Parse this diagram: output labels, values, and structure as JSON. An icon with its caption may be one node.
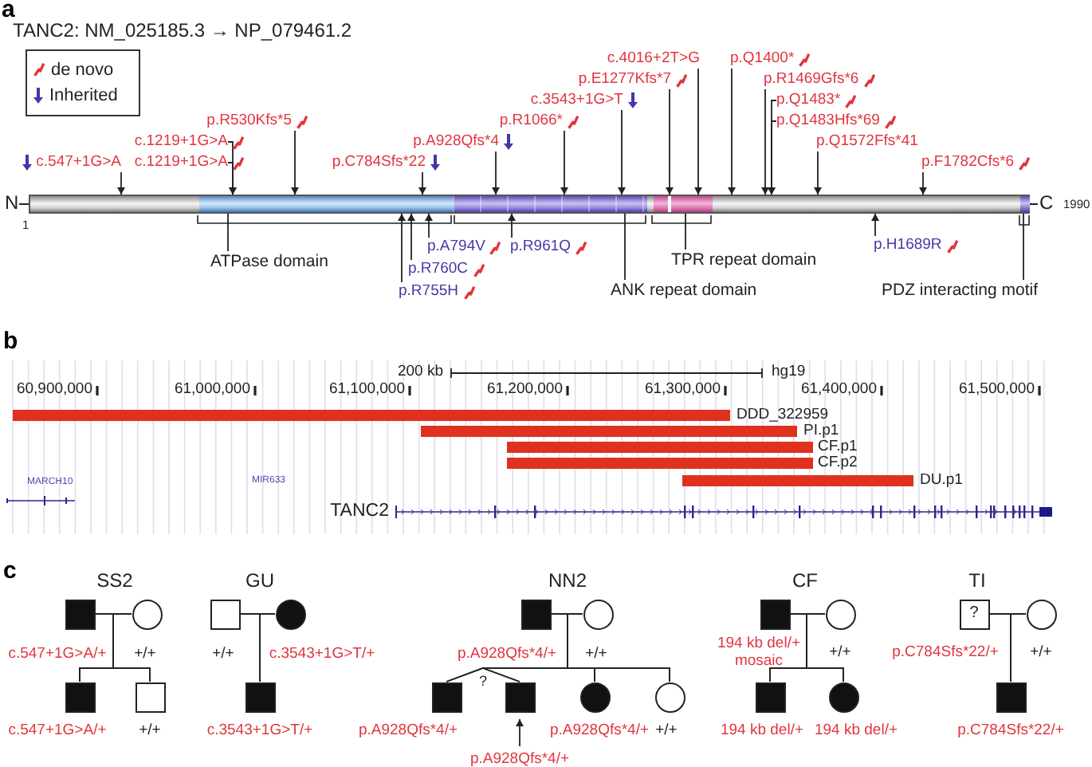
{
  "diagram": {
    "title": "TANC2: NM_025185.3 → NP_079461.2",
    "nodes": [
      {
        "text": [],
        "shape": "bar"
      },
      {
        "text": [],
        "shape": "bar",
        "in": 0
      },
      {
        "text": [],
        "shape": "bar",
        "in": 0
      },
      {
        "text": [],
        "shape": "bar",
        "in": 0
      },
      {
        "text": [],
        "shape": "bar",
        "in": 0
      },
      {
        "text": [
          "c.4016+2T>G"
        ]
      },
      {
        "text": [
          "p.Q1400*"
        ]
      },
      {
        "text": [
          "p.E1277Kfs*7"
        ]
      },
      {
        "text": [
          "p.R1469Gfs*6"
        ]
      },
      {
        "text": [
          "c.3543+1G>T"
        ]
      },
      {
        "text": [
          "p.Q1483*"
        ]
      },
      {
        "text": [
          "p.R530Kfs*5"
        ]
      },
      {
        "text": [
          "p.R1066*"
        ]
      },
      {
        "text": [
          "p.Q1483Hfs*69"
        ]
      },
      {
        "text": [
          "c.1219+1G>A"
        ]
      },
      {
        "text": [
          "p.A928Qfs*4"
        ]
      },
      {
        "text": [
          "p.Q1572Ffs*41"
        ]
      },
      {
        "text": [
          "c.547+1G>A"
        ]
      },
      {
        "text": [
          "c.1219+1G>A"
        ]
      },
      {
        "text": [
          "p.C784Sfs*22"
        ]
      },
      {
        "text": [
          "p.F1782Cfs*6"
        ]
      },
      {
        "text": [
          "p.A794V"
        ]
      },
      {
        "text": [
          "p.R961Q"
        ]
      },
      {
        "text": [
          "p.H1689R"
        ]
      },
      {
        "text": [
          "ATPase domain"
        ]
      },
      {
        "text": [
          "TPR repeat domain"
        ]
      },
      {
        "text": [
          "p.R760C"
        ]
      },
      {
        "text": [
          "p.R755H"
        ]
      },
      {
        "text": [
          "ANK repeat domain"
        ]
      },
      {
        "text": [
          "PDZ interacting motif"
        ]
      },
      {
        "text": [],
        "shape": "box",
        "beside": [
          "c.547+1G>A/+"
        ]
      },
      {
        "text": [],
        "shape": "circle",
        "beside": [
          "+/+"
        ]
      },
      {
        "text": [],
        "shape": "box",
        "beside": [
          "c.547+1G>A/+"
        ]
      },
      {
        "text": [],
        "shape": "box",
        "beside": [
          "+/+"
        ]
      },
      {
        "text": [],
        "shape": "box",
        "beside": [
          "+/+"
        ]
      },
      {
        "text": [],
        "shape": "circle",
        "beside": [
          "c.3543+1G>T/+"
        ]
      },
      {
        "text": [],
        "shape": "box",
        "beside": [
          "c.3543+1G>T/+"
        ]
      },
      {
        "text": [],
        "shape": "box",
        "beside": [
          "p.A928Qfs*4/+"
        ]
      },
      {
        "text": [],
        "shape": "circle",
        "beside": [
          "+/+"
        ]
      },
      {
        "text": [],
        "shape": "box",
        "beside": [
          "p.A928Qfs*4/+"
        ]
      },
      {
        "text": [],
        "shape": "box",
        "beside": [
          "p.A928Qfs*4/+"
        ]
      },
      {
        "text": [],
        "shape": "circle",
        "beside": [
          "p.A928Qfs*4/+"
        ]
      },
      {
        "text": [],
        "shape": "circle",
        "beside": [
          "+/+"
        ]
      },
      {
        "text": [],
        "shape": "box",
        "beside": [
          "194 kb del/+ mosaic"
        ]
      },
      {
        "text": [],
        "shape": "circle",
        "beside": [
          "+/+"
        ]
      },
      {
        "text": [],
        "shape": "box",
        "beside": [
          "194 kb del/+"
        ]
      },
      {
        "text": [],
        "shape": "circle",
        "beside": [
          "194 kb del/+"
        ]
      },
      {
        "text": [
          "?"
        ],
        "beside": [
          "p.C784Sfs*22/+"
        ]
      },
      {
        "text": [],
        "shape": "circle",
        "beside": [
          "+/+"
        ]
      },
      {
        "text": [],
        "shape": "box",
        "beside": [
          "p.C784Sfs*22/+"
        ]
      }
    ],
    "edges": [
      {
        "from": 5,
        "to": 0,
        "arrow": "to"
      },
      {
        "from": 6,
        "to": 0,
        "arrow": "to"
      },
      {
        "from": 7,
        "to": 0,
        "arrow": "to"
      },
      {
        "from": 8,
        "to": 0,
        "arrow": "to"
      },
      {
        "from": 9,
        "to": 0,
        "arrow": "to"
      },
      {
        "from": 10,
        "to": 0,
        "arrow": "to"
      },
      {
        "from": 11,
        "to": 0,
        "arrow": "to"
      },
      {
        "from": 12,
        "to": 0,
        "arrow": "to"
      },
      {
        "from": 13,
        "to": 0,
        "arrow": "to"
      },
      {
        "from": 14,
        "to": 0,
        "arrow": "to"
      },
      {
        "from": 15,
        "to": 0,
        "arrow": "to"
      },
      {
        "from": 16,
        "to": 0,
        "arrow": "to"
      },
      {
        "from": 17,
        "to": 0,
        "arrow": "to"
      },
      {
        "from": 18,
        "to": 0,
        "arrow": "to"
      },
      {
        "from": 19,
        "to": 0,
        "arrow": "to"
      },
      {
        "from": 20,
        "to": 0,
        "arrow": "to"
      },
      {
        "from": 21,
        "to": 0,
        "arrow": "to"
      },
      {
        "from": 22,
        "to": 0,
        "arrow": "to"
      },
      {
        "from": 23,
        "to": 0,
        "arrow": "to"
      },
      {
        "from": 24,
        "to": 1,
        "arrow": "none"
      },
      {
        "from": 25,
        "to": 3,
        "arrow": "none"
      },
      {
        "from": 26,
        "to": 0,
        "arrow": "to"
      },
      {
        "from": 27,
        "to": 0,
        "arrow": "to"
      },
      {
        "from": 28,
        "to": 2,
        "arrow": "none"
      },
      {
        "from": 29,
        "to": 4,
        "arrow": "none"
      },
      {
        "from": 30,
        "to": 32,
        "arrow": "none"
      },
      {
        "from": 30,
        "to": 33,
        "arrow": "none"
      },
      {
        "from": 31,
        "to": 32,
        "arrow": "none"
      },
      {
        "from": 31,
        "to": 33,
        "arrow": "none"
      },
      {
        "from": 34,
        "to": 36,
        "arrow": "none"
      },
      {
        "from": 35,
        "to": 36,
        "arrow": "none"
      },
      {
        "from": 37,
        "to": 39,
        "arrow": "none"
      },
      {
        "from": 37,
        "to": 40,
        "arrow": "none"
      },
      {
        "from": 37,
        "to": 41,
        "arrow": "none"
      },
      {
        "from": 37,
        "to": 42,
        "arrow": "none"
      },
      {
        "from": 38,
        "to": 39,
        "arrow": "none"
      },
      {
        "from": 38,
        "to": 40,
        "arrow": "none"
      },
      {
        "from": 38,
        "to": 41,
        "arrow": "none"
      },
      {
        "from": 38,
        "to": 42,
        "arrow": "none"
      },
      {
        "from": 43,
        "to": 45,
        "arrow": "none"
      },
      {
        "from": 43,
        "to": 46,
        "arrow": "none"
      },
      {
        "from": 44,
        "to": 45,
        "arrow": "none"
      },
      {
        "from": 44,
        "to": 46,
        "arrow": "none"
      },
      {
        "from": 47,
        "to": 49,
        "arrow": "none"
      },
      {
        "from": 48,
        "to": 49,
        "arrow": "none"
      }
    ],
    "labels": [
      "a",
      "N",
      "1",
      "C",
      "1990",
      "b",
      "200 kb",
      "hg19",
      "60,900,000",
      "61,000,000",
      "61,100,000",
      "61,200,000",
      "61,300,000",
      "61,400,000",
      "61,500,000",
      "DDD_322959",
      "PI.p1",
      "CF.p1",
      "CF.p2",
      "DU.p1",
      "MARCH10",
      "MIR633",
      "TANC2",
      "c",
      "SS2",
      "GU",
      "NN2",
      "CF",
      "TI",
      "?"
    ],
    "legend": [
      {
        "text": "de novo"
      },
      {
        "text": "Inherited"
      }
    ]
  }
}
